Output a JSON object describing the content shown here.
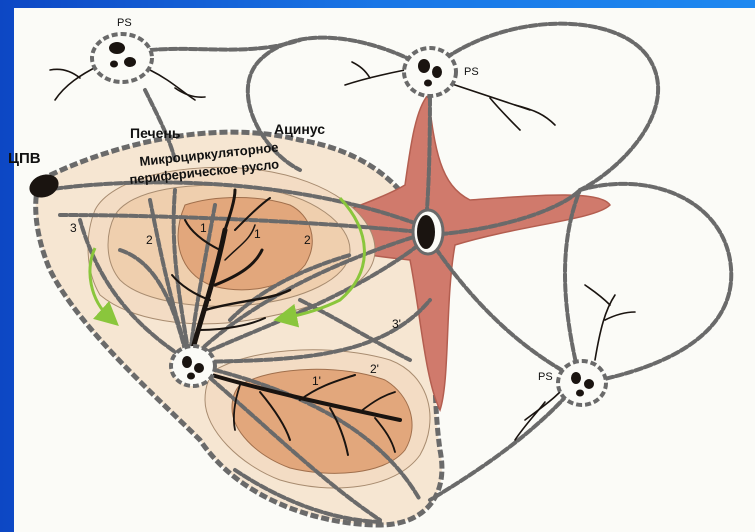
{
  "labels": {
    "ps_top_left": "PS",
    "ps_top_right": "PS",
    "ps_bottom_right": "PS",
    "cpv": "ЦПВ",
    "liver": "Печень",
    "acinus": "Ацинус",
    "micro_line1": "Микроциркуляторное",
    "micro_line2": "периферическое русло",
    "zone_3": "3",
    "zone_2": "2",
    "zone_1a": "1",
    "zone_1b": "1",
    "zone_2b": "2",
    "zone_3p": "3'",
    "zone_2p": "2'",
    "zone_1p": "1'"
  },
  "colors": {
    "background_blue": "#1565d8",
    "panel": "#fbfbf7",
    "acinus_star": "#d07a6c",
    "zone_outer": "#f6e6d2",
    "zone_mid": "#efcfae",
    "zone_inner": "#e2a77c",
    "chain_stroke": "#6a6a6a",
    "vessel_black": "#1a1410",
    "arrow_green": "#8ac63c"
  }
}
